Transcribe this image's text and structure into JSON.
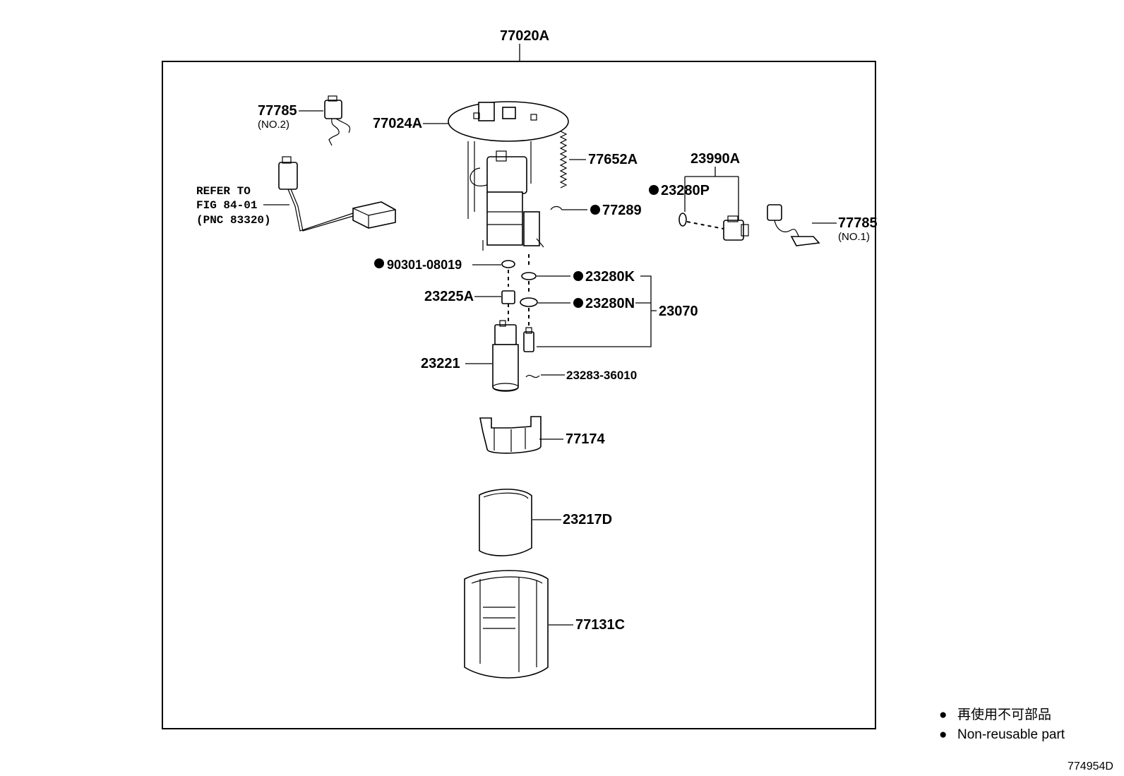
{
  "assembly_label": "77020A",
  "parts": {
    "p77785_no2": {
      "code": "77785",
      "note": "(NO.2)"
    },
    "p77024A": "77024A",
    "p77652A": "77652A",
    "p23990A": "23990A",
    "p23280P": "23280P",
    "p77289": "77289",
    "p77785_no1": {
      "code": "77785",
      "note": "(NO.1)"
    },
    "p90301": "90301-08019",
    "p23280K": "23280K",
    "p23225A": "23225A",
    "p23280N": "23280N",
    "p23070": "23070",
    "p23221": "23221",
    "p23283": "23283-36010",
    "p77174": "77174",
    "p23217D": "23217D",
    "p77131C": "77131C"
  },
  "refer": {
    "line1": "REFER TO",
    "line2": "FIG 84-01",
    "line3": "(PNC 83320)"
  },
  "legend": {
    "bullet_symbol": "●",
    "ja": "再使用不可部品",
    "en": "Non-reusable part"
  },
  "figure_id": "774954D"
}
